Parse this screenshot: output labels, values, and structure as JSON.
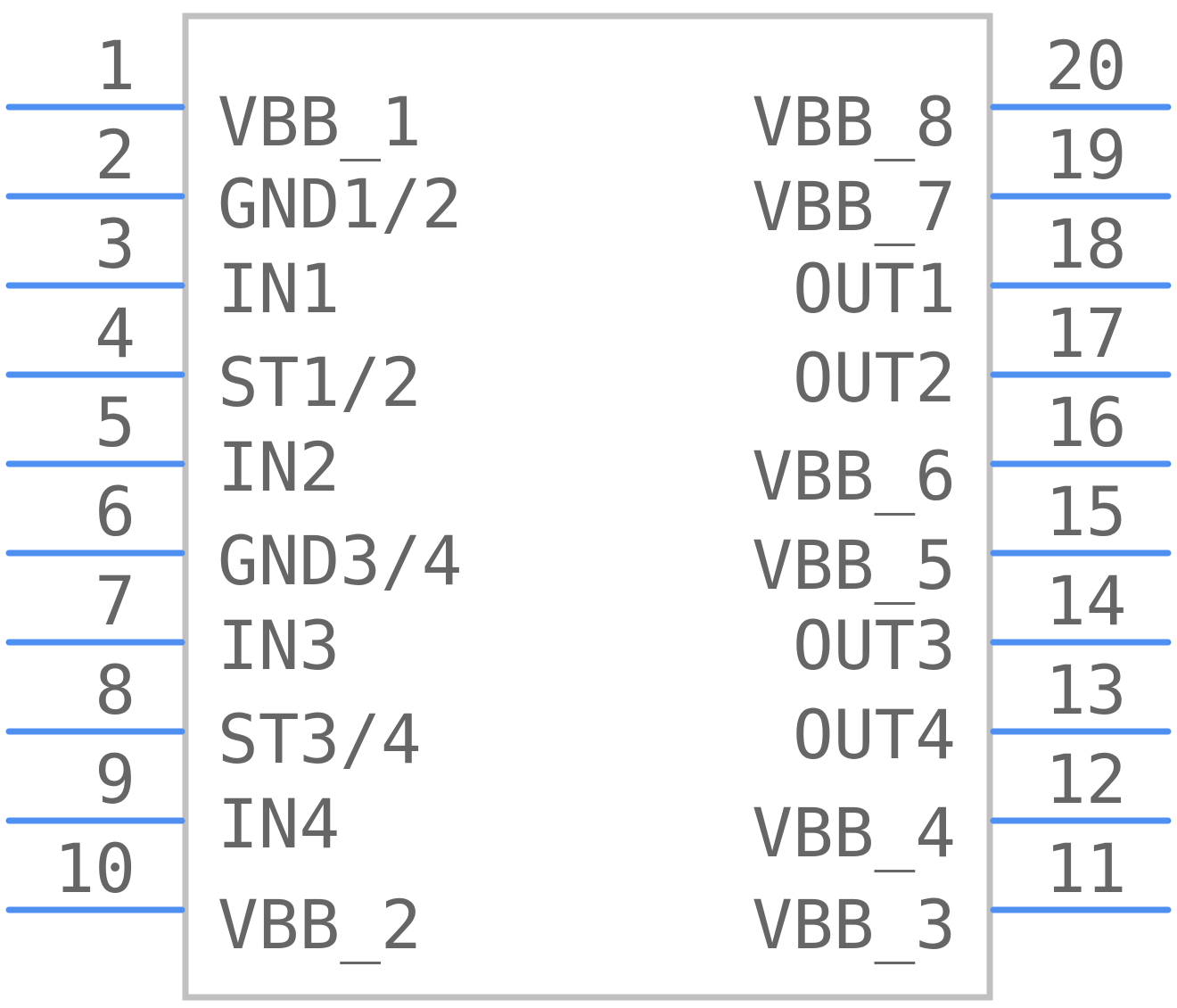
{
  "component": {
    "colors": {
      "body_outline": "#c0c0c0",
      "pin_line": "#4e8ff0",
      "text": "#666666"
    },
    "left_pins": [
      {
        "number": "1",
        "name": "VBB_1"
      },
      {
        "number": "2",
        "name": "GND1/2"
      },
      {
        "number": "3",
        "name": "IN1"
      },
      {
        "number": "4",
        "name": "ST1/2"
      },
      {
        "number": "5",
        "name": "IN2"
      },
      {
        "number": "6",
        "name": "GND3/4"
      },
      {
        "number": "7",
        "name": "IN3"
      },
      {
        "number": "8",
        "name": "ST3/4"
      },
      {
        "number": "9",
        "name": "IN4"
      },
      {
        "number": "10",
        "name": "VBB_2"
      }
    ],
    "right_pins": [
      {
        "number": "20",
        "name": "VBB_8"
      },
      {
        "number": "19",
        "name": "VBB_7"
      },
      {
        "number": "18",
        "name": "OUT1"
      },
      {
        "number": "17",
        "name": "OUT2"
      },
      {
        "number": "16",
        "name": "VBB_6"
      },
      {
        "number": "15",
        "name": "VBB_5"
      },
      {
        "number": "14",
        "name": "OUT3"
      },
      {
        "number": "13",
        "name": "OUT4"
      },
      {
        "number": "12",
        "name": "VBB_4"
      },
      {
        "number": "11",
        "name": "VBB_3"
      }
    ]
  }
}
